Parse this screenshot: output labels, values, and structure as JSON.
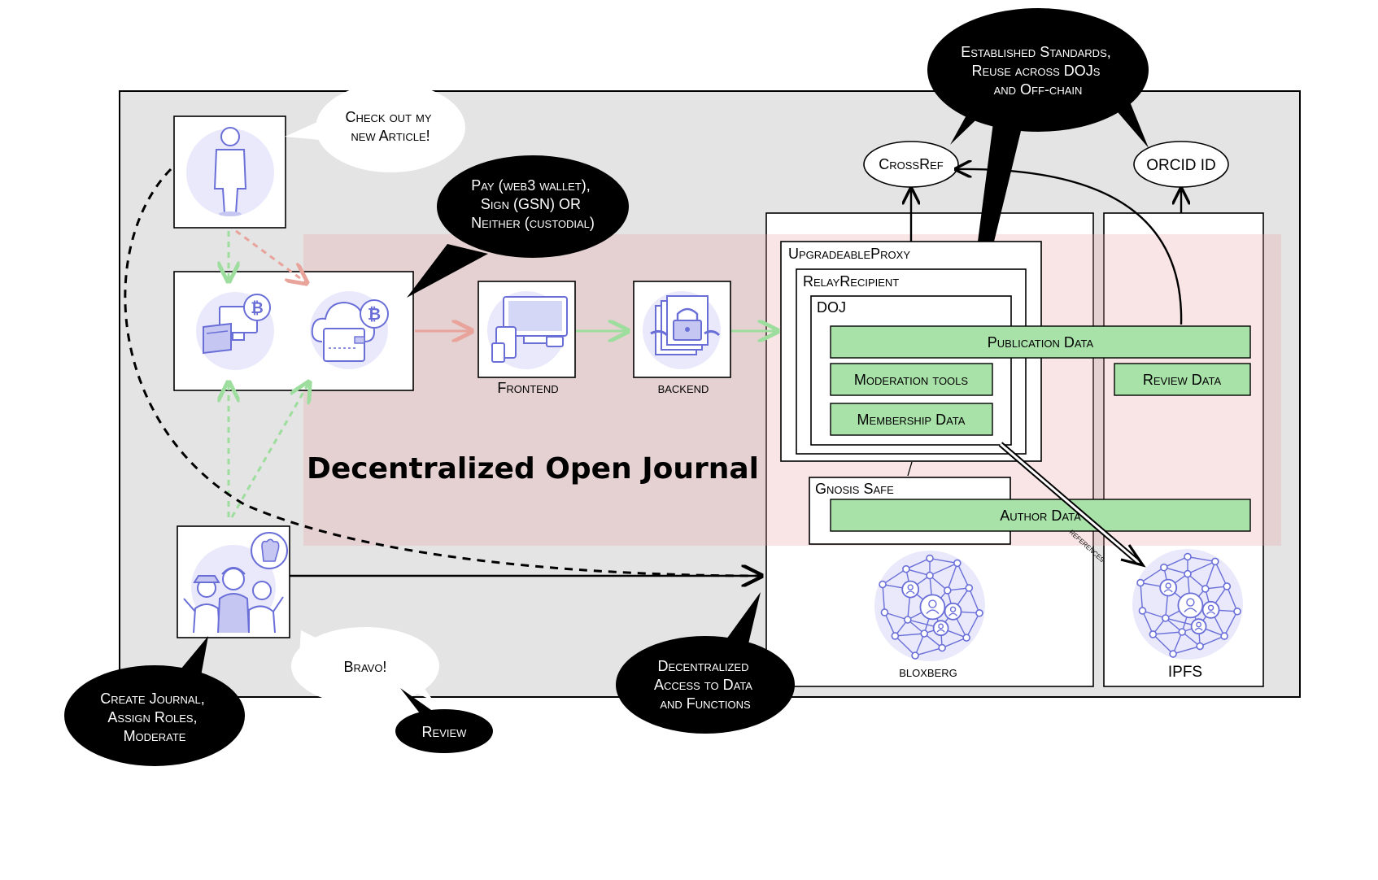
{
  "title": "Decentralized Open Journal",
  "components": {
    "frontend": "Frontend",
    "backend": "backend",
    "bloxberg": "bloxberg",
    "ipfs": "IPFS"
  },
  "contracts": {
    "upgradeable_proxy": "UpgradeableProxy",
    "relay_recipient": "RelayRecipient",
    "doj": "DOJ",
    "gnosis_safe": "Gnosis Safe"
  },
  "data_blocks": {
    "publication": "Publication Data",
    "moderation": "Moderation tools",
    "membership": "Membership Data",
    "author": "Author Data",
    "review": "Review Data"
  },
  "external": {
    "crossref": "CrossRef",
    "orcid": "ORCID ID"
  },
  "edge_labels": {
    "references": "references"
  },
  "bubbles": {
    "check_out": [
      "Check out my",
      "new Article!"
    ],
    "pay": [
      "Pay (web3 wallet),",
      "Sign (GSN) OR",
      "Neither (custodial)"
    ],
    "standards": [
      "Established Standards,",
      "Reuse across DOJs",
      "and Off-chain"
    ],
    "bravo": [
      "Bravo!"
    ],
    "review": [
      "Review"
    ],
    "create_journal": [
      "Create Journal,",
      "Assign Roles,",
      "Moderate"
    ],
    "decentralized_access": [
      "Decentralized",
      "Access to Data",
      "and Functions"
    ]
  },
  "colors": {
    "panel_bg": "#e4e4e4",
    "overlay_red": "#e8a0a0",
    "data_green": "#a8e2a8",
    "icon_purple": "#6a6fd8",
    "icon_bg": "#e9e9fb",
    "arrow_green": "#9ddd9d",
    "arrow_red": "#e8a39a"
  },
  "icons": [
    "author-icon",
    "wallet-computer-icon",
    "cloud-wallet-icon",
    "devices-icon",
    "chained-docs-icon",
    "community-icon",
    "network-icon"
  ]
}
